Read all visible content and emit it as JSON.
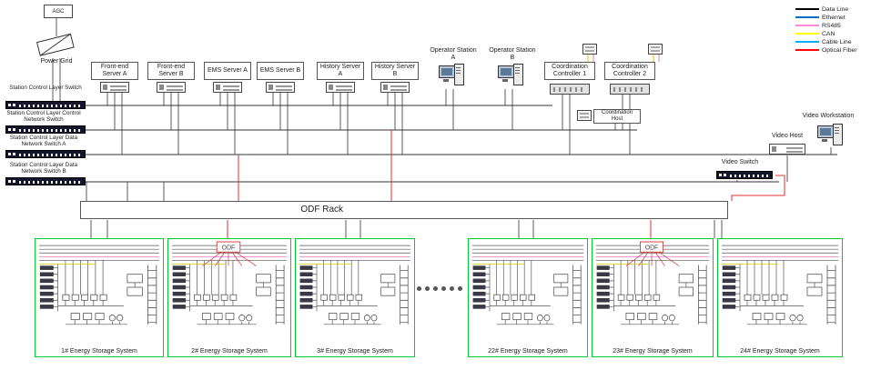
{
  "legend": {
    "items": [
      {
        "label": "Data Line",
        "color": "#000000"
      },
      {
        "label": "Ethernet",
        "color": "#0070c0"
      },
      {
        "label": "RS485",
        "color": "#ff8ad8"
      },
      {
        "label": "CAN",
        "color": "#ffff00"
      },
      {
        "label": "Cable Line",
        "color": "#00b0f0"
      },
      {
        "label": "Optical Fiber",
        "color": "#ff0000"
      }
    ]
  },
  "nodes": {
    "agc": "AGC",
    "power_grid": "Power Grid",
    "frontend_a": "Front-end Server A",
    "frontend_b": "Front-end Server B",
    "ems_a": "EMS Server A",
    "ems_b": "EMS Server B",
    "history_a": "History Server A",
    "history_b": "History Server B",
    "operator_a": "Operator Station A",
    "operator_b": "Operator Station B",
    "coord_1": "Coordination Controller 1",
    "coord_2": "Coordination Controller 2",
    "coord_host": "Coordination Host",
    "video_workstation": "Video Workstation",
    "video_host": "Video Host",
    "video_switch": "Video Switch",
    "odf_rack": "ODF Rack",
    "odf_small": "ODF"
  },
  "switches": [
    {
      "label": "Station Control Layer Switch"
    },
    {
      "label": "Station Control Layer Control Network Switch"
    },
    {
      "label": "Station Control Layer Data Network Switch A"
    },
    {
      "label": "Station Control Layer Data Network Switch B"
    }
  ],
  "storage_systems": [
    {
      "label": "1# Energy Storage System"
    },
    {
      "label": "2# Energy Storage System"
    },
    {
      "label": "3# Energy Storage System"
    },
    {
      "label": "22# Energy Storage System"
    },
    {
      "label": "23# Energy Storage System"
    },
    {
      "label": "24# Energy Storage System"
    }
  ],
  "colors": {
    "storage_border": "#00cc33",
    "optical_fiber": "#e03030",
    "can": "#ddc800",
    "rs485": "#f07ad0"
  }
}
